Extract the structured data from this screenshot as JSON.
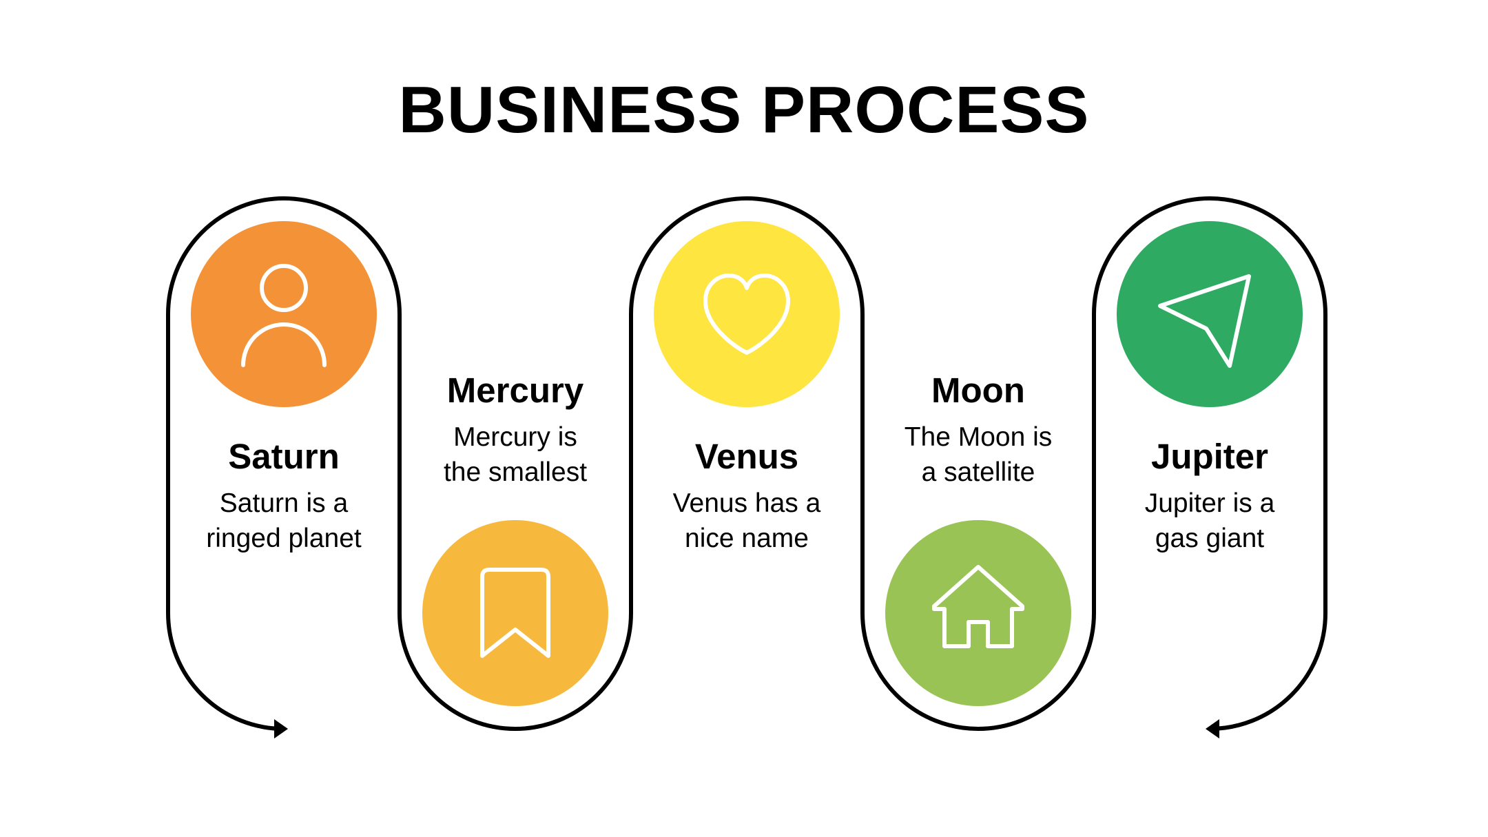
{
  "title": "BUSINESS PROCESS",
  "colors": {
    "stroke": "#000000",
    "icon": "#ffffff",
    "saturn": "#F39237",
    "mercury": "#F7B93D",
    "venus": "#FFE53F",
    "moon": "#9AC356",
    "jupiter": "#2EAA63"
  },
  "steps": [
    {
      "title": "Saturn",
      "line1": "Saturn is a",
      "line2": "ringed planet",
      "icon": "user-icon"
    },
    {
      "title": "Mercury",
      "line1": "Mercury is",
      "line2": "the smallest",
      "icon": "bookmark-icon"
    },
    {
      "title": "Venus",
      "line1": "Venus has a",
      "line2": "nice name",
      "icon": "heart-icon"
    },
    {
      "title": "Moon",
      "line1": "The Moon is",
      "line2": "a satellite",
      "icon": "house-icon"
    },
    {
      "title": "Jupiter",
      "line1": "Jupiter is a",
      "line2": "gas giant",
      "icon": "send-icon"
    }
  ]
}
